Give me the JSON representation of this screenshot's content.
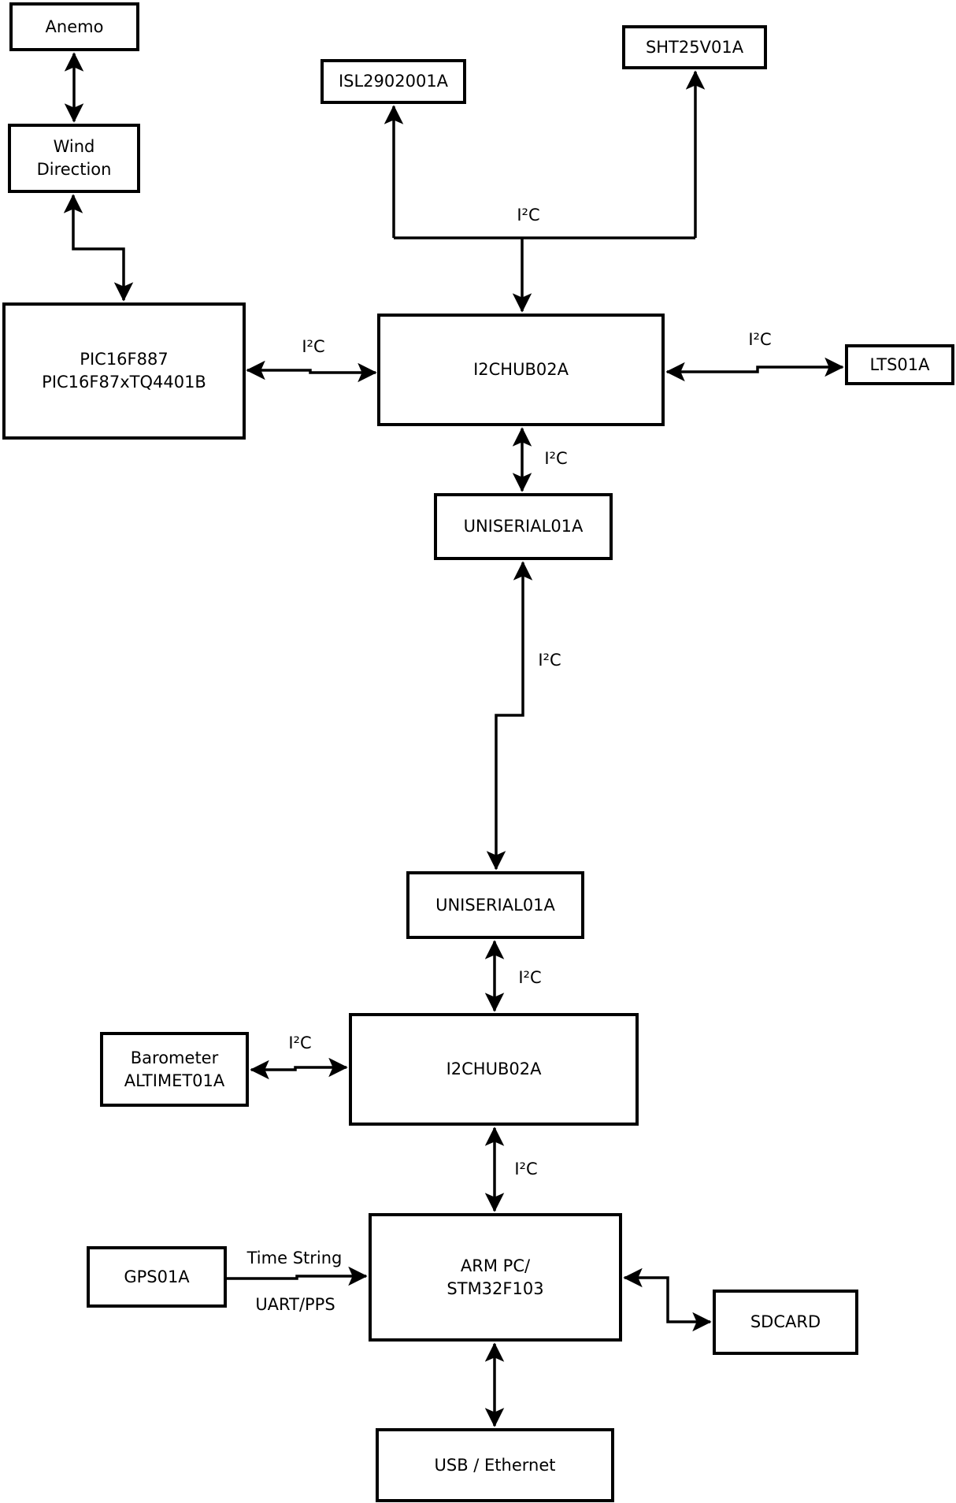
{
  "diagram_type": "block-diagram",
  "colors": {
    "background": "#ffffff",
    "line": "#000000",
    "text": "#000000"
  },
  "nodes": {
    "anemo": {
      "lines": [
        "Anemo"
      ]
    },
    "wind_direction": {
      "lines": [
        "Wind",
        "Direction"
      ]
    },
    "pic16f887": {
      "lines": [
        "PIC16F887",
        "PIC16F87xTQ4401B"
      ]
    },
    "isl2902001a": {
      "lines": [
        "ISL2902001A"
      ]
    },
    "sht25v01a": {
      "lines": [
        "SHT25V01A"
      ]
    },
    "i2chub02a_upper": {
      "lines": [
        "I2CHUB02A"
      ]
    },
    "lts01a": {
      "lines": [
        "LTS01A"
      ]
    },
    "uniserial01a_upper": {
      "lines": [
        "UNISERIAL01A"
      ]
    },
    "uniserial01a_lower": {
      "lines": [
        "UNISERIAL01A"
      ]
    },
    "i2chub02a_lower": {
      "lines": [
        "I2CHUB02A"
      ]
    },
    "barometer_altimet01a": {
      "lines": [
        "Barometer",
        "ALTIMET01A"
      ]
    },
    "gps01a": {
      "lines": [
        "GPS01A"
      ]
    },
    "arm_pc": {
      "lines": [
        "ARM PC/",
        "STM32F103"
      ]
    },
    "sdcard": {
      "lines": [
        "SDCARD"
      ]
    },
    "usb_ethernet": {
      "lines": [
        "USB / Ethernet"
      ]
    }
  },
  "edges": [
    {
      "from": "anemo",
      "to": "wind_direction",
      "label": ""
    },
    {
      "from": "wind_direction",
      "to": "pic16f887",
      "label": ""
    },
    {
      "from": "pic16f887",
      "to": "i2chub02a_upper",
      "label": "I²C"
    },
    {
      "from": "i2chub02a_upper",
      "to": "isl2902001a / sht25v01a",
      "label": "I²C"
    },
    {
      "from": "i2chub02a_upper",
      "to": "lts01a",
      "label": "I²C"
    },
    {
      "from": "i2chub02a_upper",
      "to": "uniserial01a_upper",
      "label": "I²C"
    },
    {
      "from": "uniserial01a_upper",
      "to": "uniserial01a_lower",
      "label": "I²C"
    },
    {
      "from": "uniserial01a_lower",
      "to": "i2chub02a_lower",
      "label": "I²C"
    },
    {
      "from": "barometer_altimet01a",
      "to": "i2chub02a_lower",
      "label": "I²C"
    },
    {
      "from": "i2chub02a_lower",
      "to": "arm_pc",
      "label": "I²C"
    },
    {
      "from": "gps01a",
      "to": "arm_pc",
      "labels": [
        "Time String",
        "UART/PPS"
      ]
    },
    {
      "from": "arm_pc",
      "to": "sdcard",
      "label": ""
    },
    {
      "from": "arm_pc",
      "to": "usb_ethernet",
      "label": ""
    }
  ]
}
